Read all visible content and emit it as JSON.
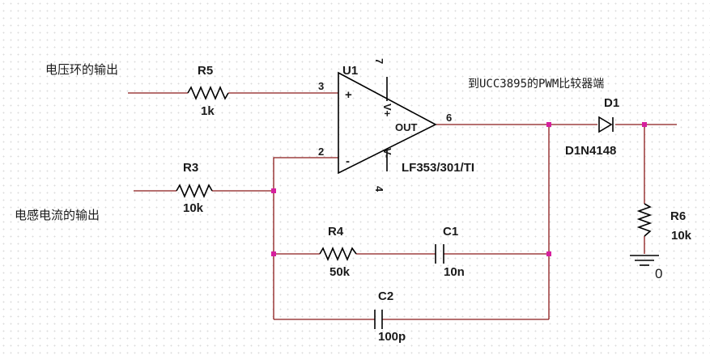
{
  "inputs": {
    "voltage_loop": "电压环的输出",
    "inductor_current": "电感电流的输出"
  },
  "output_note": "到UCC3895的PWM比较器端",
  "opamp": {
    "ref": "U1",
    "part": "LF353/301/TI",
    "out_label": "OUT",
    "plus_sign": "+",
    "minus_sign": "-",
    "vplus": "V+",
    "vminus": "V-",
    "pins": {
      "noninv": "3",
      "inv": "2",
      "out": "6",
      "vpos": "7",
      "vneg": "4"
    }
  },
  "components": {
    "R5": {
      "ref": "R5",
      "value": "1k"
    },
    "R3": {
      "ref": "R3",
      "value": "10k"
    },
    "R4": {
      "ref": "R4",
      "value": "50k"
    },
    "C1": {
      "ref": "C1",
      "value": "10n"
    },
    "C2": {
      "ref": "C2",
      "value": "100p"
    },
    "D1": {
      "ref": "D1",
      "value": "D1N4148"
    },
    "R6": {
      "ref": "R6",
      "value": "10k"
    }
  },
  "ground": {
    "label": "0"
  }
}
